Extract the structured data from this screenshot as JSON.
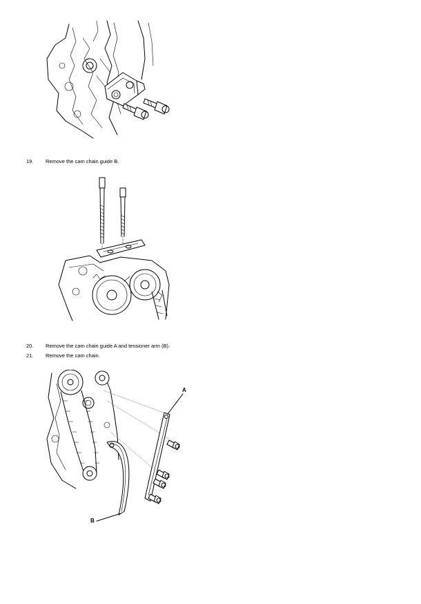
{
  "steps": [
    {
      "number": "19.",
      "text": "Remove the cam chain guide B."
    },
    {
      "number": "20.",
      "text": "Remove the cam chain guide A and tensioner arm (B)."
    },
    {
      "number": "21.",
      "text": "Remove the cam chain."
    }
  ],
  "callouts": {
    "a": "A",
    "b": "B"
  }
}
